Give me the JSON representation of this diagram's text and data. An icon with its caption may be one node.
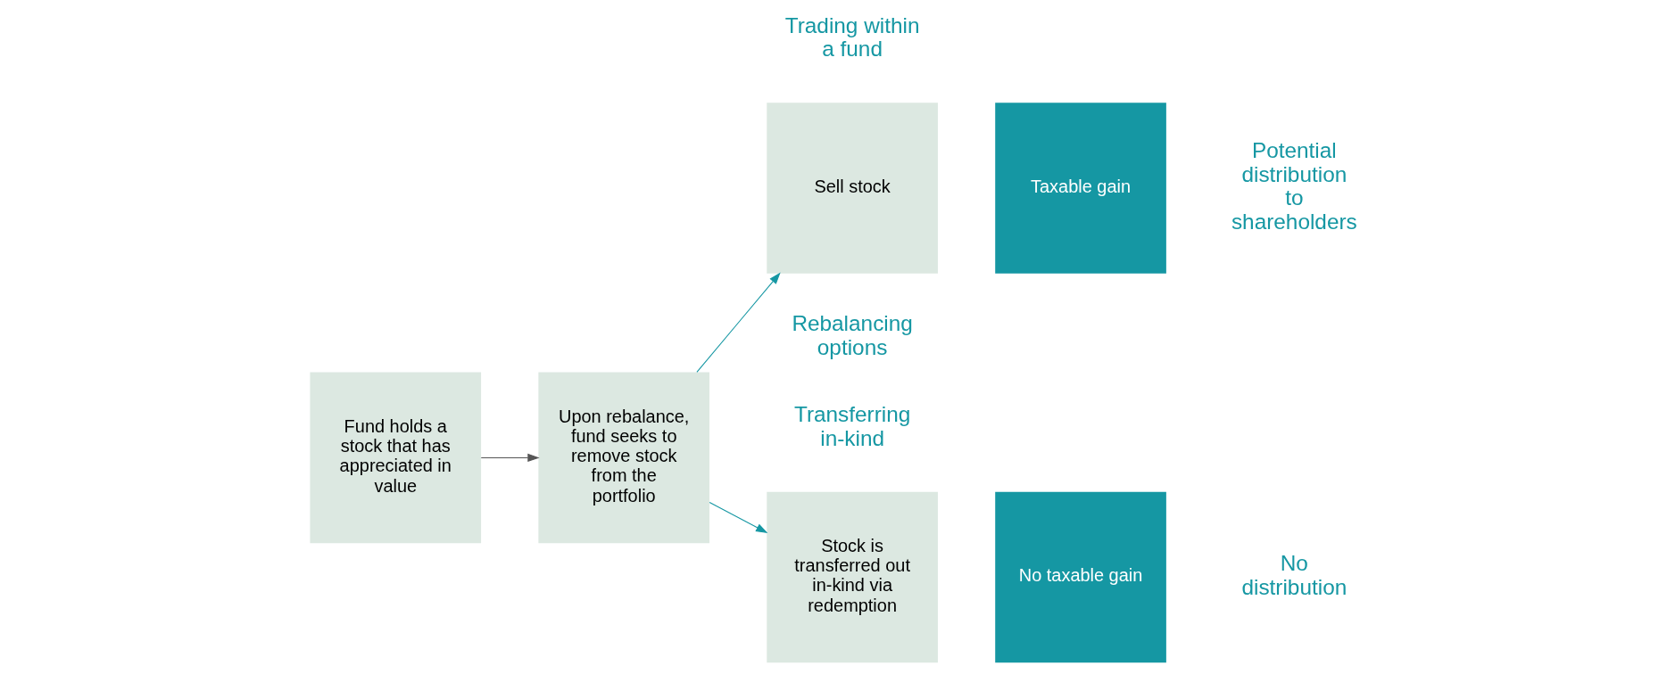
{
  "diagram": {
    "nodes": [
      {
        "text": [
          "Fund holds a stock that has appreciated in value"
        ]
      },
      {
        "text": [
          "Upon rebalance, fund seeks to remove stock from the portfolio"
        ]
      },
      {
        "text": [
          "Sell stock"
        ]
      },
      {
        "text": [
          "Taxable gain"
        ]
      },
      {
        "text": [
          "Stock is transferred out in-kind via redemption"
        ]
      },
      {
        "text": [
          "No taxable gain"
        ]
      }
    ],
    "edges": [
      {
        "from": 0,
        "to": 1,
        "arrow": "to",
        "color": "#555555"
      },
      {
        "from": 1,
        "to": 2,
        "arrow": "to"
      },
      {
        "from": 1,
        "to": 4,
        "arrow": "to"
      }
    ],
    "labels": [
      "Trading within a fund",
      "Potential distribution to shareholders",
      "Rebalancing options",
      "Transferring in-kind",
      "No distribution"
    ]
  }
}
